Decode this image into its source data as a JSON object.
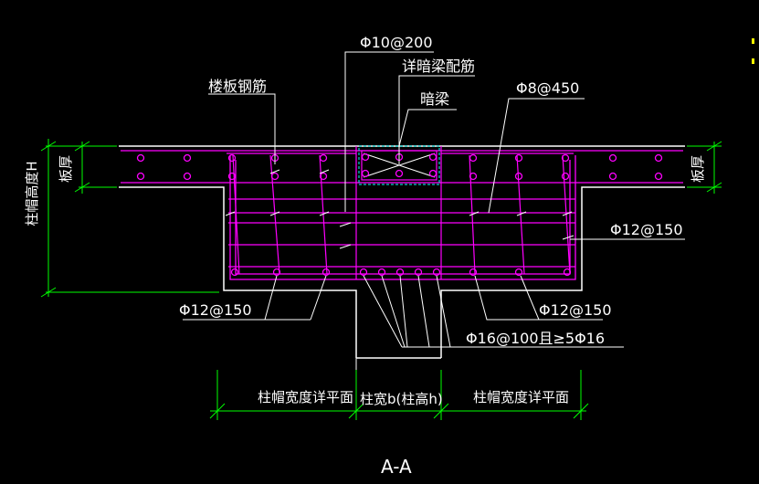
{
  "colors": {
    "background": "#000000",
    "concrete_outline": "#ffffff",
    "reinforcement": "#ff00ff",
    "dimension": "#00ff00",
    "leader": "#ffffff",
    "hidden_beam": "#00ffff",
    "yellow_mark": "#ffff00"
  },
  "labels": {
    "rebar_phi10_200": "Φ10@200",
    "hidden_beam_detail": "详暗梁配筋",
    "hidden_beam": "暗梁",
    "slab_rebar": "楼板钢筋",
    "rebar_phi8_450": "Φ8@450",
    "rebar_phi12_150_right_side": "Φ12@150",
    "rebar_phi12_150_bottom_left": "Φ12@150",
    "rebar_phi12_150_bottom_right": "Φ12@150",
    "rebar_phi16_100": "Φ16@100且≥5Φ16",
    "slab_thickness_left": "板厚",
    "slab_thickness_right": "板厚",
    "cap_height": "柱帽高度H",
    "dim_cap_width_left": "柱帽宽度详平面",
    "dim_column_width": "柱宽b(柱高h)",
    "dim_cap_width_right": "柱帽宽度详平面",
    "section_title": "A-A"
  }
}
